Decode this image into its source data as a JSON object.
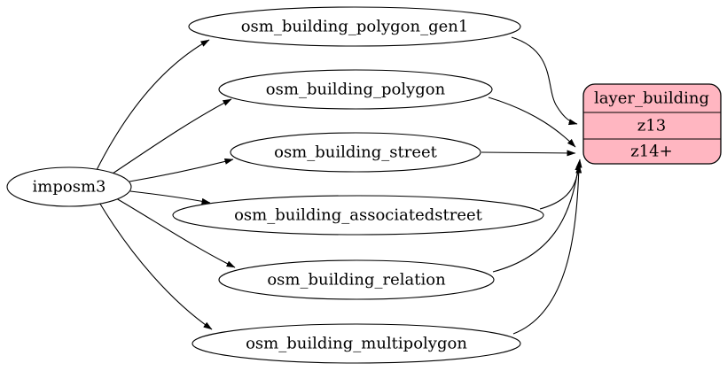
{
  "diagram": {
    "type": "graphviz-digraph",
    "background": "#ffffff",
    "colors": {
      "edge": "#000000",
      "node_fill": "#ffffff",
      "node_stroke": "#000000",
      "layer_fill": "#ffb6c1",
      "text": "#000000"
    },
    "source": {
      "label": "imposm3"
    },
    "tables": [
      {
        "label": "osm_building_polygon_gen1"
      },
      {
        "label": "osm_building_polygon"
      },
      {
        "label": "osm_building_street"
      },
      {
        "label": "osm_building_associatedstreet"
      },
      {
        "label": "osm_building_relation"
      },
      {
        "label": "osm_building_multipolygon"
      }
    ],
    "layer": {
      "title": "layer_building",
      "rows": [
        {
          "label": "z13"
        },
        {
          "label": "z14+"
        }
      ]
    },
    "edges": [
      {
        "from": "imposm3",
        "to": "osm_building_polygon_gen1"
      },
      {
        "from": "imposm3",
        "to": "osm_building_polygon"
      },
      {
        "from": "imposm3",
        "to": "osm_building_street"
      },
      {
        "from": "imposm3",
        "to": "osm_building_associatedstreet"
      },
      {
        "from": "imposm3",
        "to": "osm_building_relation"
      },
      {
        "from": "imposm3",
        "to": "osm_building_multipolygon"
      },
      {
        "from": "osm_building_polygon_gen1",
        "to": "layer_building:z13"
      },
      {
        "from": "osm_building_polygon",
        "to": "layer_building:z14+"
      },
      {
        "from": "osm_building_street",
        "to": "layer_building:z14+"
      },
      {
        "from": "osm_building_associatedstreet",
        "to": "layer_building:z14+"
      },
      {
        "from": "osm_building_relation",
        "to": "layer_building:z14+"
      },
      {
        "from": "osm_building_multipolygon",
        "to": "layer_building:z14+"
      }
    ]
  }
}
